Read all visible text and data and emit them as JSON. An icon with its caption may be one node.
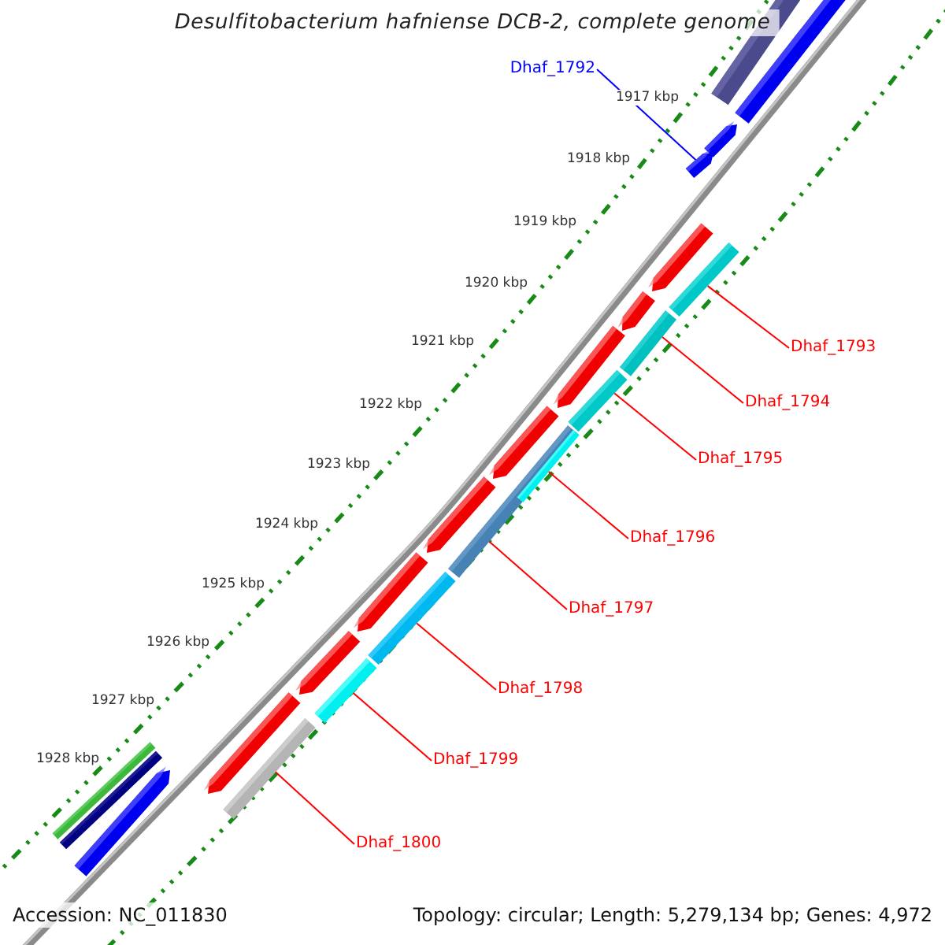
{
  "diagram": {
    "title": "Desulfitobacterium hafniense DCB-2, complete genome",
    "nodes": [
      {
        "text": [
          "Dhaf_1792"
        ]
      },
      {
        "text": [
          "Dhaf_1793"
        ]
      },
      {
        "text": [
          "Dhaf_1794"
        ]
      },
      {
        "text": [
          "Dhaf_1795"
        ]
      },
      {
        "text": [
          "Dhaf_1796"
        ]
      },
      {
        "text": [
          "Dhaf_1797"
        ]
      },
      {
        "text": [
          "Dhaf_1798"
        ]
      },
      {
        "text": [
          "Dhaf_1799"
        ]
      },
      {
        "text": [
          "Dhaf_1800"
        ]
      },
      {
        "text": [],
        "shape": "bar"
      },
      {
        "text": [],
        "shape": "bar"
      },
      {
        "text": [],
        "shape": "bar"
      },
      {
        "text": [],
        "shape": "bar"
      },
      {
        "text": [],
        "shape": "bar"
      },
      {
        "text": [],
        "shape": "bar"
      },
      {
        "text": [],
        "shape": "bar"
      },
      {
        "text": [],
        "shape": "bar"
      },
      {
        "text": [],
        "shape": "bar"
      },
      {
        "text": [],
        "shape": "bar"
      },
      {
        "text": [],
        "shape": "bar"
      },
      {
        "text": [],
        "shape": "bar"
      },
      {
        "text": [],
        "shape": "bar",
        "in": 20
      },
      {
        "text": [],
        "shape": "bar"
      },
      {
        "text": [],
        "shape": "bar"
      },
      {
        "text": [],
        "shape": "bar"
      },
      {
        "text": [],
        "shape": "bar"
      },
      {
        "text": [],
        "shape": "bar"
      },
      {
        "text": [],
        "shape": "bar"
      },
      {
        "text": [],
        "shape": "bar"
      },
      {
        "text": [],
        "shape": "bar"
      },
      {
        "text": [],
        "shape": "bar"
      },
      {
        "text": [],
        "shape": "bar"
      }
    ],
    "edges": [
      {
        "from": 0,
        "to": 12,
        "arrow": "none",
        "color": "#0000ff"
      },
      {
        "from": 1,
        "to": 14,
        "arrow": "none"
      },
      {
        "from": 2,
        "to": 16,
        "arrow": "none"
      },
      {
        "from": 3,
        "to": 18,
        "arrow": "none"
      },
      {
        "from": 4,
        "to": 21,
        "arrow": "none"
      },
      {
        "from": 5,
        "to": 20,
        "arrow": "none"
      },
      {
        "from": 6,
        "to": 24,
        "arrow": "none"
      },
      {
        "from": 7,
        "to": 26,
        "arrow": "none"
      },
      {
        "from": 8,
        "to": 28,
        "arrow": "none"
      }
    ],
    "labels": [
      "1917 kbp",
      "1918 kbp",
      "1919 kbp",
      "1920 kbp",
      "1921 kbp",
      "1922 kbp",
      "1923 kbp",
      "1924 kbp",
      "1925 kbp",
      "1926 kbp",
      "1927 kbp",
      "1928 kbp",
      "Accession: NC_011830",
      "Topology: circular; Length: 5,279,134 bp; Genes: 4,972"
    ]
  }
}
